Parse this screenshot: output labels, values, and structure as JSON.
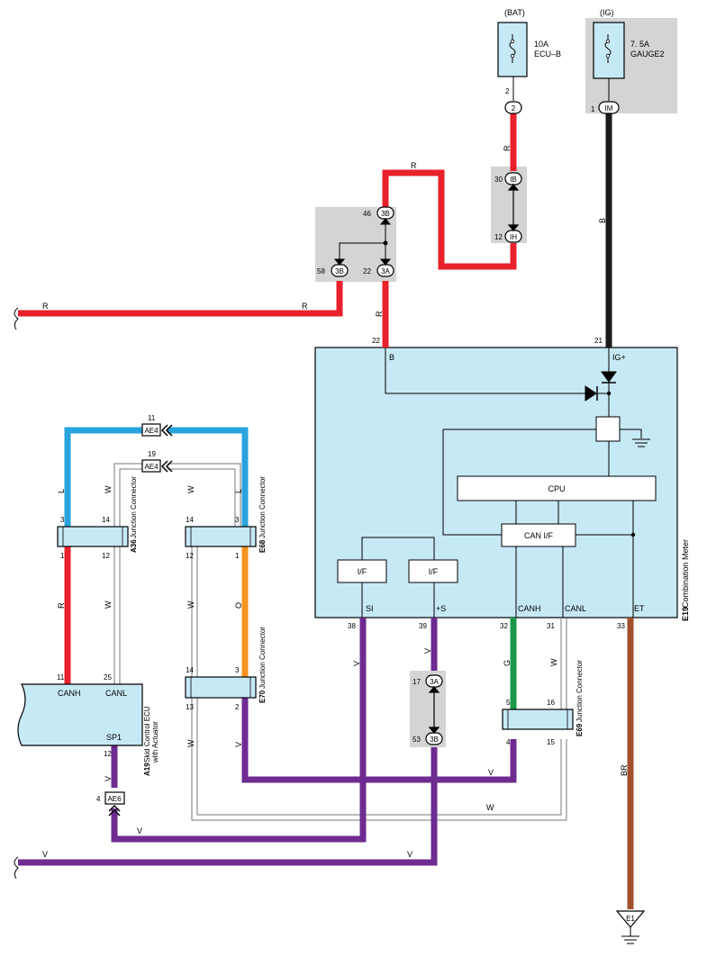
{
  "colors": {
    "red": "#e8212b",
    "black": "#1a1a1a",
    "blue": "#29a3dc",
    "orange": "#f5931f",
    "violet": "#6e2b91",
    "green": "#1a9a48",
    "brown": "#a0522d",
    "white_wire": "#777777",
    "box_fill": "#c6e9f6",
    "grey_fill": "#d4d4d4"
  },
  "fuses": {
    "bat": {
      "source": "(BAT)",
      "rating": "10A",
      "name": "ECU–B",
      "pin": "2",
      "conn": "2"
    },
    "ig": {
      "source": "(IG)",
      "rating": "7. 5A",
      "name": "GAUGE2",
      "pin": "1",
      "conn": "IM"
    }
  },
  "connectors": {
    "ib_top": {
      "pin": "30",
      "code": "IB"
    },
    "ih": {
      "pin": "12",
      "code": "IH"
    },
    "jb_3b_top": {
      "pin": "46",
      "code": "3B"
    },
    "jb_3b_left": {
      "pin": "58",
      "code": "3B"
    },
    "jb_3a": {
      "pin": "22",
      "code": "3A"
    },
    "ae4_l": {
      "pin": "11",
      "code": "AE4"
    },
    "ae4_w": {
      "pin": "19",
      "code": "AE4"
    },
    "ae6": {
      "pin": "4",
      "code": "AE6"
    },
    "j3a_mid": {
      "pin": "17",
      "code": "3A"
    },
    "j3b_mid": {
      "pin": "53",
      "code": "3B"
    }
  },
  "wire_colors": {
    "r": "R",
    "b": "B",
    "l": "L",
    "w": "W",
    "o": "O",
    "v": "V",
    "g": "G",
    "br": "BR"
  },
  "meter": {
    "id": "E19",
    "name": "Combination Meter",
    "pins": {
      "p22": "22",
      "p21": "21",
      "p38": "38",
      "p39": "39",
      "p32": "32",
      "p31": "31",
      "p33": "33"
    },
    "terminals": {
      "b": "B",
      "igp": "IG+",
      "si": "SI",
      "ps": "+S",
      "canh": "CANH",
      "canl": "CANL",
      "et": "ET"
    },
    "blocks": {
      "cpu": "CPU",
      "can_if": "CAN I/F",
      "if1": "I/F",
      "if2": "I/F"
    }
  },
  "junctions": {
    "a36": {
      "id": "A36",
      "name": "Junction Connector",
      "pins": [
        "3",
        "14",
        "1",
        "12"
      ]
    },
    "e68": {
      "id": "E68",
      "name": "Junction Connector",
      "pins": [
        "14",
        "3",
        "12",
        "1"
      ]
    },
    "e70": {
      "id": "E70",
      "name": "Junction Connector",
      "pins": [
        "14",
        "3",
        "13",
        "2"
      ]
    },
    "e69": {
      "id": "E69",
      "name": "Junction Connector",
      "pins": [
        "5",
        "16",
        "4",
        "15"
      ]
    }
  },
  "ecu": {
    "id": "A19",
    "name1": "Skid Control ECU",
    "name2": "with Actuator",
    "pins": {
      "p11": "11",
      "p25": "25",
      "p12": "12"
    },
    "terminals": {
      "canh": "CANH",
      "canl": "CANL",
      "sp1": "SP1"
    }
  },
  "ground": {
    "name": "E1"
  }
}
